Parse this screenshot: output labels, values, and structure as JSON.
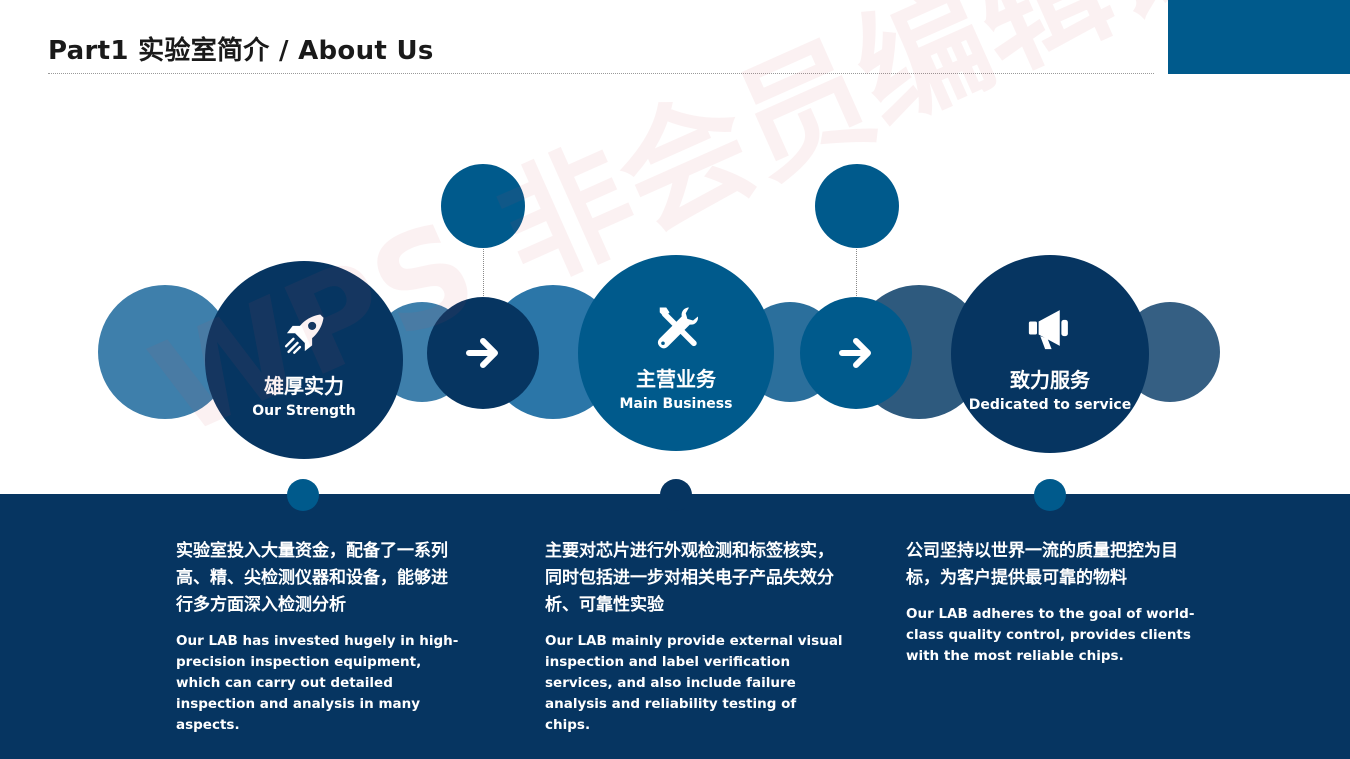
{
  "header": {
    "title": "Part1  实验室简介 / About Us"
  },
  "features": [
    {
      "icon": "rocket-icon",
      "title_zh": "雄厚实力",
      "title_en": "Our Strength",
      "desc_zh": "实验室投入大量资金，配备了一系列高、精、尖检测仪器和设备，能够进行多方面深入检测分析",
      "desc_en": "Our LAB has invested hugely in high-precision inspection equipment, which can carry out detailed inspection and analysis in many aspects."
    },
    {
      "icon": "tools-icon",
      "title_zh": "主营业务",
      "title_en": "Main Business",
      "desc_zh": "主要对芯片进行外观检测和标签核实，同时包括进一步对相关电子产品失效分析、可靠性实验",
      "desc_en": "Our LAB mainly provide external visual inspection and label verification services, and also include failure analysis and reliability testing of chips."
    },
    {
      "icon": "megaphone-icon",
      "title_zh": "致力服务",
      "title_en": "Dedicated to service",
      "desc_zh": "公司坚持以世界一流的质量把控为目标，为客户提供最可靠的物料",
      "desc_en": "Our LAB adheres to the goal of world-class quality control, provides clients with the most reliable chips."
    }
  ],
  "watermark": "WPS 非会员编辑试用",
  "colors": {
    "navy": "#063561",
    "blue": "#005a8c",
    "mid_blue": "#2b6f9c",
    "light_blue": "#3e7fab",
    "slate": "#2e5a7e",
    "white": "#ffffff"
  }
}
